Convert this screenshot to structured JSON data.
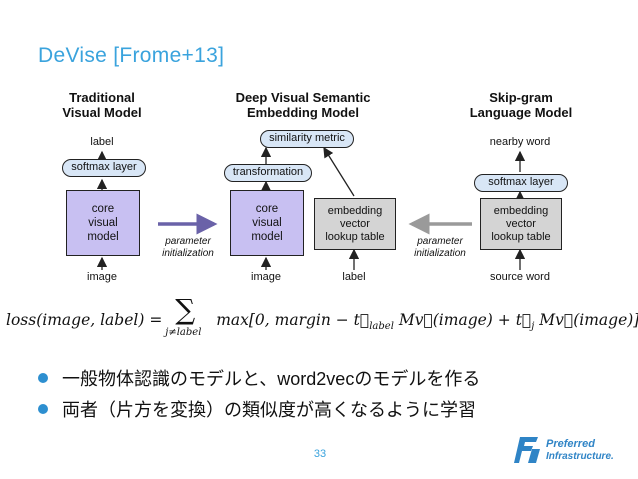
{
  "slide": {
    "title": "DeVise [Frome+13]",
    "page_number": "33"
  },
  "diagram": {
    "left_model": {
      "title": "Traditional\nVisual Model",
      "top_label": "label",
      "softmax": "softmax layer",
      "core": "core\nvisual\nmodel",
      "bottom_label": "image"
    },
    "middle_model": {
      "title": "Deep Visual Semantic\nEmbedding Model",
      "similarity": "similarity metric",
      "transformation": "transformation",
      "core": "core\nvisual\nmodel",
      "core_bottom_label": "image",
      "lookup": "embedding\nvector\nlookup table",
      "lookup_bottom_label": "label"
    },
    "right_model": {
      "title": "Skip-gram\nLanguage Model",
      "top_label": "nearby word",
      "softmax": "softmax layer",
      "lookup": "embedding\nvector\nlookup table",
      "bottom_label": "source word"
    },
    "arrow_label_left": "parameter\ninitialization",
    "arrow_label_right": "parameter\ninitialization"
  },
  "formula": {
    "lhs": "loss(image, label) =",
    "sum_sub": "j≠label",
    "rhs": "max[0, margin − t⃗",
    "rhs_sub_label": "label",
    "rhs_mid": " Mv⃗(image) + t⃗",
    "rhs_sub_j": "j",
    "rhs_end": " Mv⃗(image)]"
  },
  "bullets": [
    "一般物体認識のモデルと、word2vecのモデルを作る",
    "両者（片方を変換）の類似度が高くなるように学習"
  ],
  "logo": {
    "line1": "Preferred",
    "line2": "Infrastructure.",
    "color": "#2f84c6"
  },
  "colors": {
    "title": "#3aa3dd",
    "core_box": "#c8c0f2",
    "pill_box": "#d8e6f6",
    "lookup_box": "#d4d4d4",
    "arrow": "#6a62a8"
  }
}
